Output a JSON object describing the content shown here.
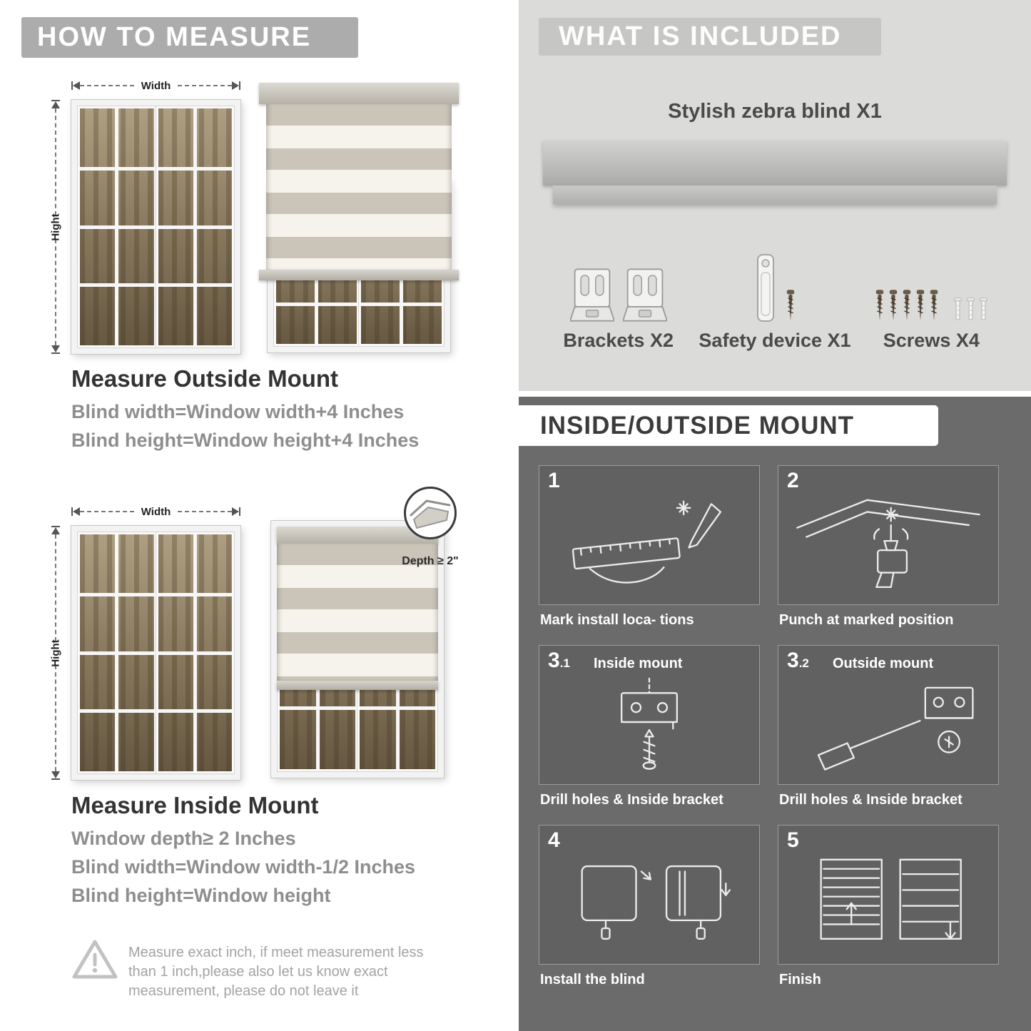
{
  "left": {
    "header": "HOW TO MEASURE",
    "outside_mount": {
      "width_label": "Width",
      "height_label": "Hight",
      "title": "Measure Outside Mount",
      "lines": [
        "Blind width=Window width+4 Inches",
        "Blind height=Window height+4 Inches"
      ]
    },
    "inside_mount": {
      "width_label": "Width",
      "height_label": "Hight",
      "depth_label": "Depth ≥ 2\"",
      "title": "Measure Inside Mount",
      "lines": [
        "Window depth≥ 2 Inches",
        "Blind width=Window width-1/2 Inches",
        "Blind height=Window height"
      ]
    },
    "warning_text": "Measure exact inch, if meet measurement less than 1 inch,please also let us know exact measurement, please do not leave it"
  },
  "included": {
    "header": "WHAT IS INCLUDED",
    "product_label": "Stylish zebra blind X1",
    "items": [
      {
        "label": "Brackets X2"
      },
      {
        "label": "Safety device X1"
      },
      {
        "label": "Screws X4"
      }
    ]
  },
  "mount_steps": {
    "header": "INSIDE/OUTSIDE MOUNT",
    "steps": [
      {
        "num": "1",
        "sub": "",
        "title": "",
        "caption": "Mark install loca- tions"
      },
      {
        "num": "2",
        "sub": "",
        "title": "",
        "caption": "Punch at  marked position"
      },
      {
        "num": "3",
        "sub": ".1",
        "title": "Inside mount",
        "caption": "Drill holes &  Inside bracket"
      },
      {
        "num": "3",
        "sub": ".2",
        "title": "Outside mount",
        "caption": "Drill holes &  Inside bracket"
      },
      {
        "num": "4",
        "sub": "",
        "title": "",
        "caption": "Install the blind"
      },
      {
        "num": "5",
        "sub": "",
        "title": "",
        "caption": "Finish"
      }
    ]
  },
  "colors": {
    "header_gray": "#acacac",
    "light_section": "#dbdbd9",
    "dark_section": "#6b6b6b",
    "title_text": "#333333",
    "spec_text": "#8e8e8e"
  }
}
